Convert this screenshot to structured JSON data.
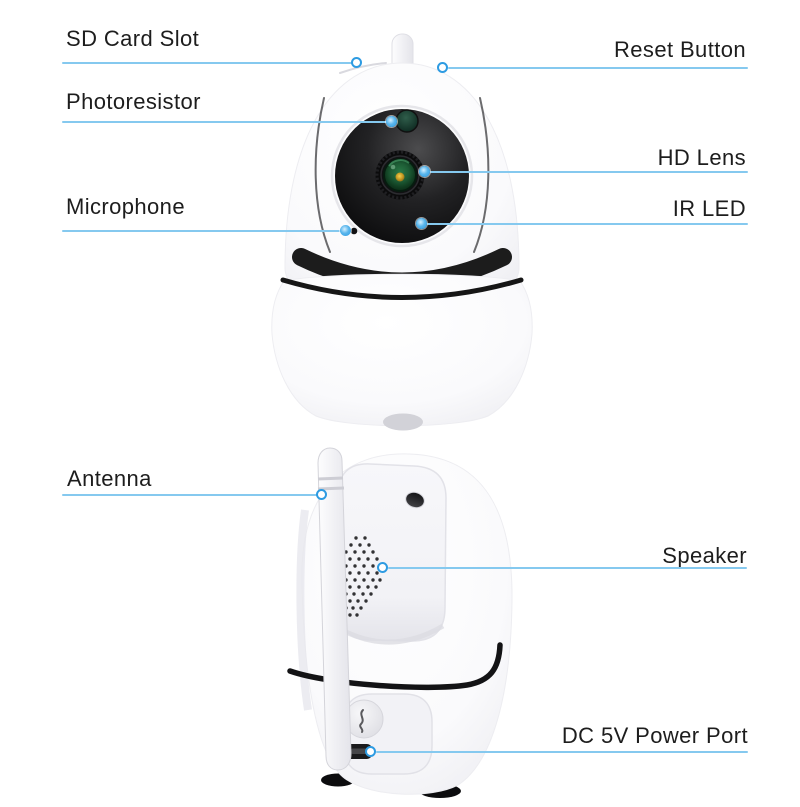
{
  "colors": {
    "background": "#ffffff",
    "label_text": "#1d1d1d",
    "leader_line": "#85c9ef",
    "marker": "#2d9be2"
  },
  "annotations": [
    {
      "id": "sd-card-slot",
      "label": "SD Card Slot",
      "side": "left",
      "marker": "open"
    },
    {
      "id": "photoresistor",
      "label": "Photoresistor",
      "side": "left",
      "marker": "filled"
    },
    {
      "id": "microphone",
      "label": "Microphone",
      "side": "left",
      "marker": "filled"
    },
    {
      "id": "reset-button",
      "label": "Reset Button",
      "side": "right",
      "marker": "open"
    },
    {
      "id": "hd-lens",
      "label": "HD Lens",
      "side": "right",
      "marker": "filled"
    },
    {
      "id": "ir-led",
      "label": "IR LED",
      "side": "right",
      "marker": "filled"
    },
    {
      "id": "antenna",
      "label": "Antenna",
      "side": "left",
      "marker": "open"
    },
    {
      "id": "speaker",
      "label": "Speaker",
      "side": "right",
      "marker": "open"
    },
    {
      "id": "dc-power-port",
      "label": "DC 5V Power Port",
      "side": "right",
      "marker": "open"
    }
  ]
}
